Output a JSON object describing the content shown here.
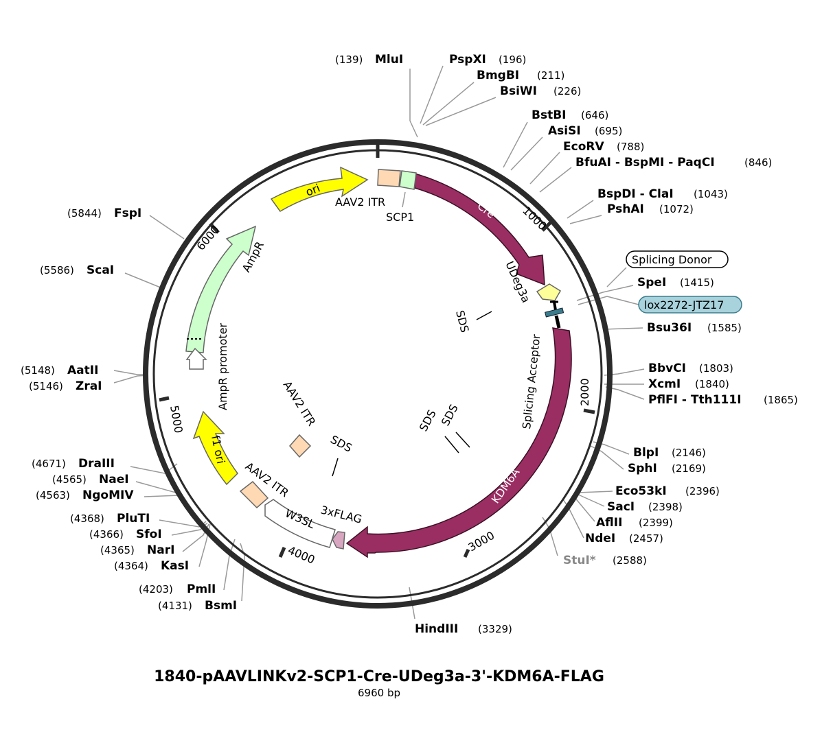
{
  "title": "1840-pAAVLINKv2-SCP1-Cre-UDeg3a-3'-KDM6A-FLAG",
  "subtitle": "6960 bp",
  "total_bp": 6960,
  "colors": {
    "ring": "#2b2b2b",
    "cre": "#9a2e62",
    "kdm6a": "#9a2e62",
    "ori": "#ffff00",
    "f1ori": "#ffff00",
    "ampr": "#ccffcc",
    "itr": "#ffd9b3",
    "scp1": "#ccffcc",
    "flag": "#d8a6c0",
    "udeg3a": "#ffff99",
    "lox": "#3a7c8c",
    "grey_site": "#888888"
  },
  "scale_ticks": [
    "1000",
    "2000",
    "3000",
    "4000",
    "5000",
    "6000"
  ],
  "features": [
    {
      "name": "Cre",
      "color": "#9a2e62",
      "text_color": "#ffffff"
    },
    {
      "name": "KDM6A",
      "color": "#9a2e62",
      "text_color": "#ffffff"
    },
    {
      "name": "ori",
      "color": "#ffff00",
      "text_color": "#000000"
    },
    {
      "name": "f1 ori",
      "color": "#ffff00",
      "text_color": "#000000"
    },
    {
      "name": "AmpR",
      "color": "#ccffcc",
      "text_color": "#000000"
    },
    {
      "name": "AmpR promoter",
      "color": "#ffffff",
      "text_color": "#000000"
    },
    {
      "name": "AAV2 ITR",
      "color": "#ffd9b3",
      "text_color": "#000000"
    },
    {
      "name": "SCP1",
      "color": "#ccffcc",
      "text_color": "#000000"
    },
    {
      "name": "W3SL",
      "color": "#ffffff",
      "text_color": "#000000"
    },
    {
      "name": "3xFLAG",
      "color": "#d8a6c0",
      "text_color": "#000000"
    },
    {
      "name": "UDeg3a",
      "color": "#ffff99",
      "text_color": "#000000"
    },
    {
      "name": "Splicing Acceptor",
      "color": "#000000",
      "text_color": "#000000"
    },
    {
      "name": "SDS",
      "color": "#000000",
      "text_color": "#000000"
    }
  ],
  "callouts": [
    {
      "name": "Splicing Donor",
      "style": "white"
    },
    {
      "name": "lox2272-JTZ17",
      "style": "teal"
    }
  ],
  "sites": [
    {
      "name": "MluI",
      "pos": "(139)"
    },
    {
      "name": "PspXI",
      "pos": "(196)"
    },
    {
      "name": "BmgBI",
      "pos": "(211)"
    },
    {
      "name": "BsiWI",
      "pos": "(226)"
    },
    {
      "name": "BstBI",
      "pos": "(646)"
    },
    {
      "name": "AsiSI",
      "pos": "(695)"
    },
    {
      "name": "EcoRV",
      "pos": "(788)"
    },
    {
      "name": "BfuAI - BspMI - PaqCI",
      "pos": "(846)"
    },
    {
      "name": "BspDI - ClaI",
      "pos": "(1043)"
    },
    {
      "name": "PshAI",
      "pos": "(1072)"
    },
    {
      "name": "SpeI",
      "pos": "(1415)"
    },
    {
      "name": "Bsu36I",
      "pos": "(1585)"
    },
    {
      "name": "BbvCI",
      "pos": "(1803)"
    },
    {
      "name": "XcmI",
      "pos": "(1840)"
    },
    {
      "name": "PflFI - Tth111I",
      "pos": "(1865)"
    },
    {
      "name": "BlpI",
      "pos": "(2146)"
    },
    {
      "name": "SphI",
      "pos": "(2169)"
    },
    {
      "name": "Eco53kI",
      "pos": "(2396)"
    },
    {
      "name": "SacI",
      "pos": "(2398)"
    },
    {
      "name": "AflII",
      "pos": "(2399)"
    },
    {
      "name": "NdeI",
      "pos": "(2457)"
    },
    {
      "name": "StuI*",
      "pos": "(2588)"
    },
    {
      "name": "HindIII",
      "pos": "(3329)"
    },
    {
      "name": "BsmI",
      "pos": "(4131)"
    },
    {
      "name": "PmlI",
      "pos": "(4203)"
    },
    {
      "name": "KasI",
      "pos": "(4364)"
    },
    {
      "name": "NarI",
      "pos": "(4365)"
    },
    {
      "name": "SfoI",
      "pos": "(4366)"
    },
    {
      "name": "PluTI",
      "pos": "(4368)"
    },
    {
      "name": "NgoMIV",
      "pos": "(4563)"
    },
    {
      "name": "NaeI",
      "pos": "(4565)"
    },
    {
      "name": "DraIII",
      "pos": "(4671)"
    },
    {
      "name": "ZraI",
      "pos": "(5146)"
    },
    {
      "name": "AatII",
      "pos": "(5148)"
    },
    {
      "name": "ScaI",
      "pos": "(5586)"
    },
    {
      "name": "FspI",
      "pos": "(5844)"
    }
  ]
}
